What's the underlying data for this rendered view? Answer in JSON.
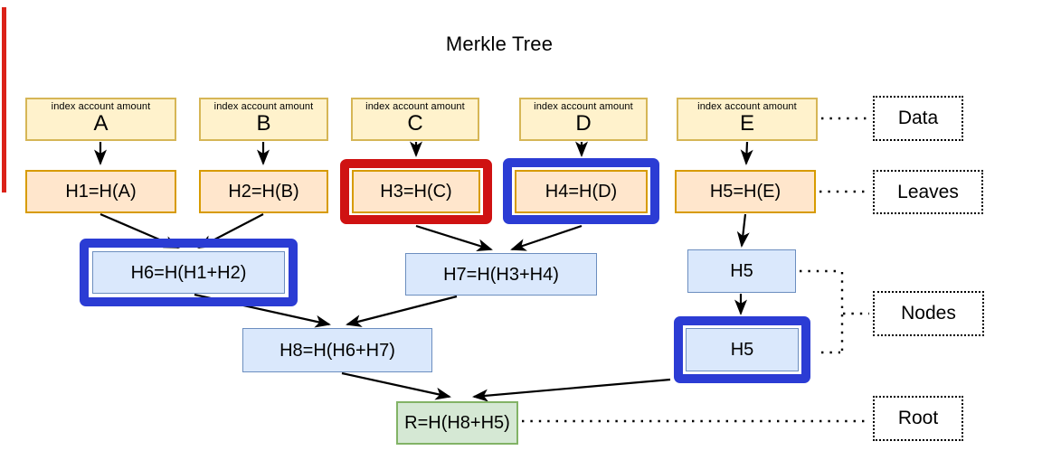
{
  "diagram": {
    "title": "Merkle Tree",
    "data_blocks": [
      {
        "header": "index account amount",
        "letter": "A"
      },
      {
        "header": "index account amount",
        "letter": "B"
      },
      {
        "header": "index account amount",
        "letter": "C"
      },
      {
        "header": "index account amount",
        "letter": "D"
      },
      {
        "header": "index account amount",
        "letter": "E"
      }
    ],
    "leaf_hashes": [
      {
        "label": "H1=H(A)",
        "highlight": "none"
      },
      {
        "label": "H2=H(B)",
        "highlight": "none"
      },
      {
        "label": "H3=H(C)",
        "highlight": "red"
      },
      {
        "label": "H4=H(D)",
        "highlight": "blue"
      },
      {
        "label": "H5=H(E)",
        "highlight": "none"
      }
    ],
    "internal_nodes": [
      {
        "label": "H6=H(H1+H2)",
        "highlight": "blue"
      },
      {
        "label": "H7=H(H3+H4)",
        "highlight": "none"
      },
      {
        "label": "H5",
        "highlight": "none"
      },
      {
        "label": "H8=H(H6+H7)",
        "highlight": "none"
      },
      {
        "label": "H5",
        "highlight": "blue"
      }
    ],
    "root_node": {
      "label": "R=H(H8+H5)"
    },
    "row_labels": [
      {
        "label": "Data"
      },
      {
        "label": "Leaves"
      },
      {
        "label": "Nodes"
      },
      {
        "label": "Root"
      }
    ],
    "colors": {
      "data_fill": "#fff2cc",
      "data_border": "#d6b656",
      "leaf_fill": "#ffe6cc",
      "leaf_border": "#d79b00",
      "node_fill": "#dae8fc",
      "node_border": "#6c8ebf",
      "root_fill": "#d5e8d4",
      "root_border": "#82b366",
      "highlight_red": "#cf1212",
      "highlight_blue": "#2b3cd4",
      "left_bar_red": "#db2218",
      "connector": "#000000"
    }
  }
}
